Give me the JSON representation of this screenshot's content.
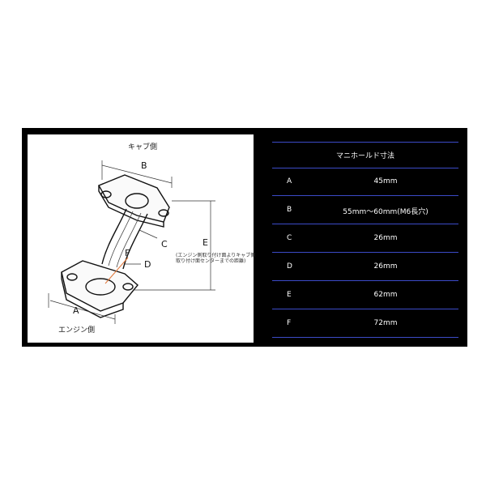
{
  "diagram": {
    "top_label": "キャブ側",
    "bottom_label": "エンジン側",
    "note": "(エンジン側取り付け面よりキャブ側取り付け面センターまでの距離)",
    "letters": {
      "A": "A",
      "B": "B",
      "C": "C",
      "D": "D",
      "E": "E",
      "F": "F"
    },
    "dimension_color": "#e0783c"
  },
  "table": {
    "title": "マニホールド寸法",
    "rows": [
      {
        "key": "A",
        "value": "45mm"
      },
      {
        "key": "B",
        "value": "55mm〜60mm(M6長穴)"
      },
      {
        "key": "C",
        "value": "26mm"
      },
      {
        "key": "D",
        "value": "26mm"
      },
      {
        "key": "E",
        "value": "62mm"
      },
      {
        "key": "F",
        "value": "72mm"
      }
    ],
    "separator_color": "#3c4bc8"
  }
}
